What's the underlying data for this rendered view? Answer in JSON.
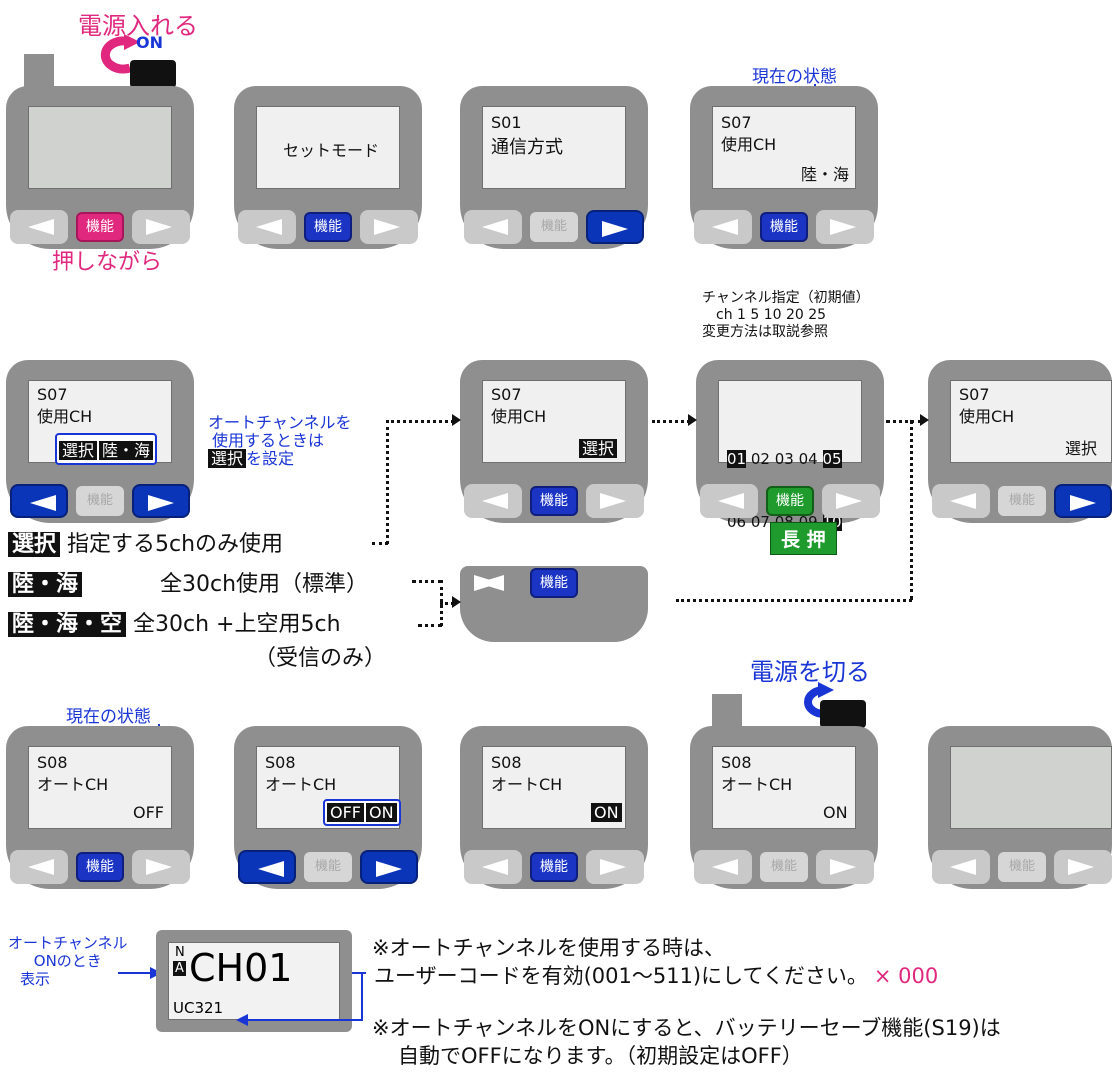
{
  "top_row": {
    "power_on_label": "電源入れる",
    "on_label": "ON",
    "hold_label": "押しながら",
    "current_state_label": "現在の状態",
    "screen_set_mode": "セットモード",
    "s01_code": "S01",
    "s01_name": "通信方式",
    "s07_code": "S07",
    "s07_name": "使用CH",
    "s07_value": "陸・海"
  },
  "func_label": "機能",
  "middle_row": {
    "s07_code": "S07",
    "s07_name": "使用CH",
    "option_select": "選択",
    "option_land_sea": "陸・海",
    "auto_note_line1": "オートチャンネルを",
    "auto_note_line2": "使用するときは",
    "auto_note_tag": "選択",
    "auto_note_line3": "を設定",
    "ch_title_line1": "チャンネル指定（初期値）",
    "ch_title_line2": "ch 1 5 10 20 25",
    "ch_title_line3": "変更方法は取説参照",
    "ch_row1": [
      "01",
      "02",
      "03",
      "04",
      "05"
    ],
    "ch_row2": [
      "06",
      "07",
      "08",
      "09",
      "10"
    ],
    "long_press": "長 押",
    "selected_value": "選択"
  },
  "options": [
    {
      "tag": "選択",
      "desc": "指定する5chのみ使用"
    },
    {
      "tag": "陸・海",
      "desc": "全30ch使用（標準）"
    },
    {
      "tag": "陸・海・空",
      "desc": "全30ch +上空用5ch",
      "desc2": "（受信のみ）"
    }
  ],
  "bottom_row": {
    "current_state_label": "現在の状態",
    "power_off_label": "電源を切る",
    "s08_code": "S08",
    "s08_name": "オートCH",
    "value_off": "OFF",
    "value_on": "ON"
  },
  "footer": {
    "auto_display_line1": "オートチャンネル",
    "auto_display_line2": "ONのとき",
    "auto_display_line3": "表示",
    "n_mark": "N",
    "a_mark": "A",
    "ch_display": "CH01",
    "uc_display": "UC321",
    "note1_line1": "※オートチャンネルを使用する時は、",
    "note1_line2": "ユーザーコードを有効(001〜511)にしてください。",
    "note1_x": "× 000",
    "note2_line1": "※オートチャンネルをONにすると、バッテリーセーブ機能(S19)は",
    "note2_line2": "自動でOFFになります。（初期設定はOFF）"
  },
  "colors": {
    "blue": "#1a35d6",
    "pink": "#e0287e",
    "green": "#1f9a2c",
    "device": "#8f8f8f"
  }
}
